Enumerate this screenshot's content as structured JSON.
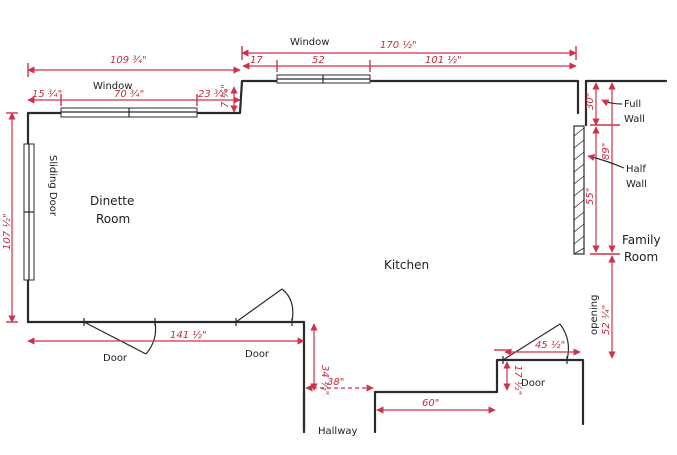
{
  "rooms": {
    "dinette_line1": "Dinette",
    "dinette_line2": "Room",
    "kitchen": "Kitchen",
    "family_line1": "Family",
    "family_line2": "Room",
    "hallway": "Hallway"
  },
  "labels": {
    "window_top": "Window",
    "window_left": "Window",
    "sliding_door": "Sliding Door",
    "full_wall_line1": "Full",
    "full_wall_line2": "Wall",
    "half_wall_line1": "Half",
    "half_wall_line2": "Wall",
    "door_left": "Door",
    "door_mid": "Door",
    "door_right": "Door",
    "opening": "opening"
  },
  "dimensions": {
    "total_top": "170 ½\"",
    "dinette_top": "109 ¾\"",
    "seg_17": "17",
    "seg_52": "52",
    "seg_101": "101 ½\"",
    "seg_15": "15 ¾\"",
    "seg_70": "70 ¾\"",
    "seg_23": "23 ¾\"",
    "seg_7": "7 ¼\"",
    "left_height": "107 ½\"",
    "right_top": "30\"",
    "right_half": "55\"",
    "right_total": "89\"",
    "right_lower": "52 ¼\"",
    "bottom_141": "141 ½\"",
    "bottom_38": "38\"",
    "bottom_60": "60\"",
    "door_right_45": "45 ½\"",
    "step_34": "34 ½\"",
    "step_17": "17 ½\""
  }
}
